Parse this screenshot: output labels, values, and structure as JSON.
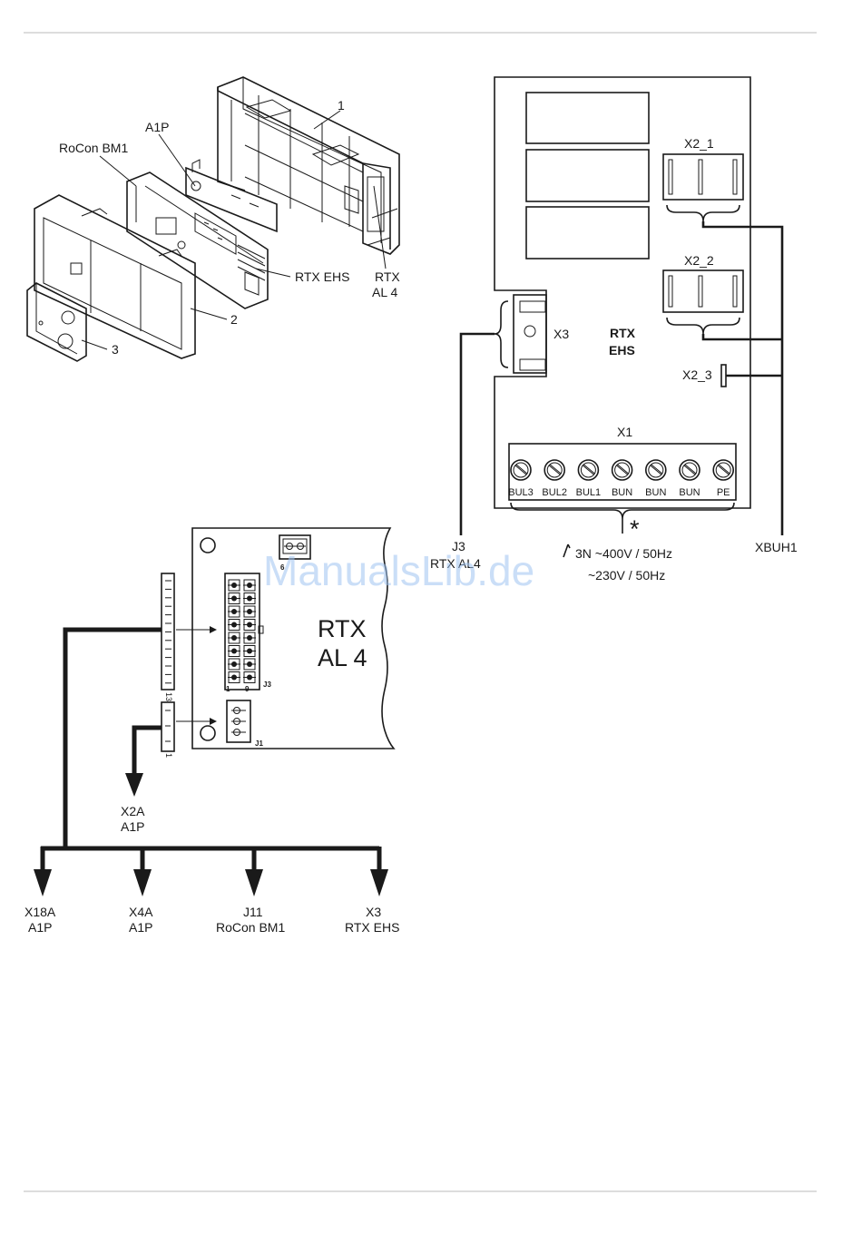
{
  "exploded_view": {
    "label_1": "1",
    "label_a1p": "A1P",
    "label_rocon": "RoCon BM1",
    "label_rtx_ehs": "RTX EHS",
    "label_rtx_al4_line1": "RTX",
    "label_rtx_al4_line2": "AL 4",
    "label_2": "2",
    "label_3": "3"
  },
  "rtx_ehs_board": {
    "title_line1": "RTX",
    "title_line2": "EHS",
    "x2_1": "X2_1",
    "x2_2": "X2_2",
    "x2_3": "X2_3",
    "x3": "X3",
    "x1": "X1",
    "terminals": [
      "BUL3",
      "BUL2",
      "BUL1",
      "BUN",
      "BUN",
      "BUN",
      "PE"
    ],
    "asterisk": "*",
    "left_target_line1": "J3",
    "left_target_line2": "RTX AL4",
    "right_target": "XBUH1",
    "supply_line1": "3N ~400V / 50Hz",
    "supply_line2": "~230V / 50Hz"
  },
  "rtx_al4_board": {
    "title_line1": "RTX",
    "title_line2": "AL 4",
    "connector_6": "6",
    "connector_j3": "J3",
    "connector_j1": "J1",
    "pin_1": "1",
    "pin_9": "9",
    "plug_13": "13",
    "plug_1": "1"
  },
  "bus_targets": {
    "x2a_line1": "X2A",
    "x2a_line2": "A1P",
    "t1_line1": "X18A",
    "t1_line2": "A1P",
    "t2_line1": "X4A",
    "t2_line2": "A1P",
    "t3_line1": "J11",
    "t3_line2": "RoCon BM1",
    "t4_line1": "X3",
    "t4_line2": "RTX EHS"
  },
  "watermark": "ManualsLib.de"
}
